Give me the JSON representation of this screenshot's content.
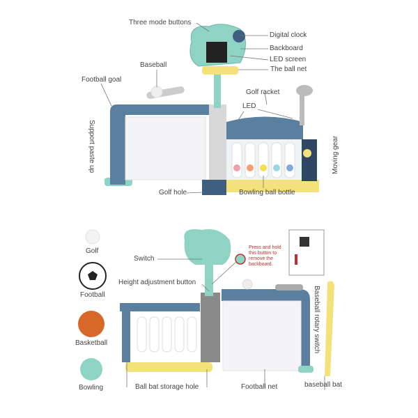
{
  "top_labels": {
    "three_mode_buttons": "Three mode buttons",
    "digital_clock": "Digital clock",
    "backboard": "Backboard",
    "led_screen": "LED screen",
    "ball_net": "The ball net",
    "baseball": "Baseball",
    "football_goal": "Football goal",
    "golf_racket": "Golf racket",
    "led": "LED",
    "support_paste_up": "Support paste up",
    "moving_gear": "Moving gear",
    "golf_hole": "Golf hole",
    "bowling_ball_bottle": "Bowling ball bottle"
  },
  "balls": [
    "Golf",
    "Football",
    "Basketball",
    "Bowling"
  ],
  "bottom_labels": {
    "switch": "Switch",
    "height_adjustment_button": "Height adjustment button",
    "note_lines": [
      "Press and hold",
      "this button to",
      "remove the",
      "backboard."
    ],
    "baseball_rotary_switch": "Baseball rotary switch",
    "ball_bat_storage_hole": "Ball bat storage hole",
    "football_net": "Football net",
    "baseball_bat": "baseball bat"
  },
  "colors": {
    "blue": "#5b7f9e",
    "teal": "#8fd3c4",
    "yellow": "#f3e27a",
    "grey": "#c9c9c9",
    "red": "#c0302f"
  }
}
